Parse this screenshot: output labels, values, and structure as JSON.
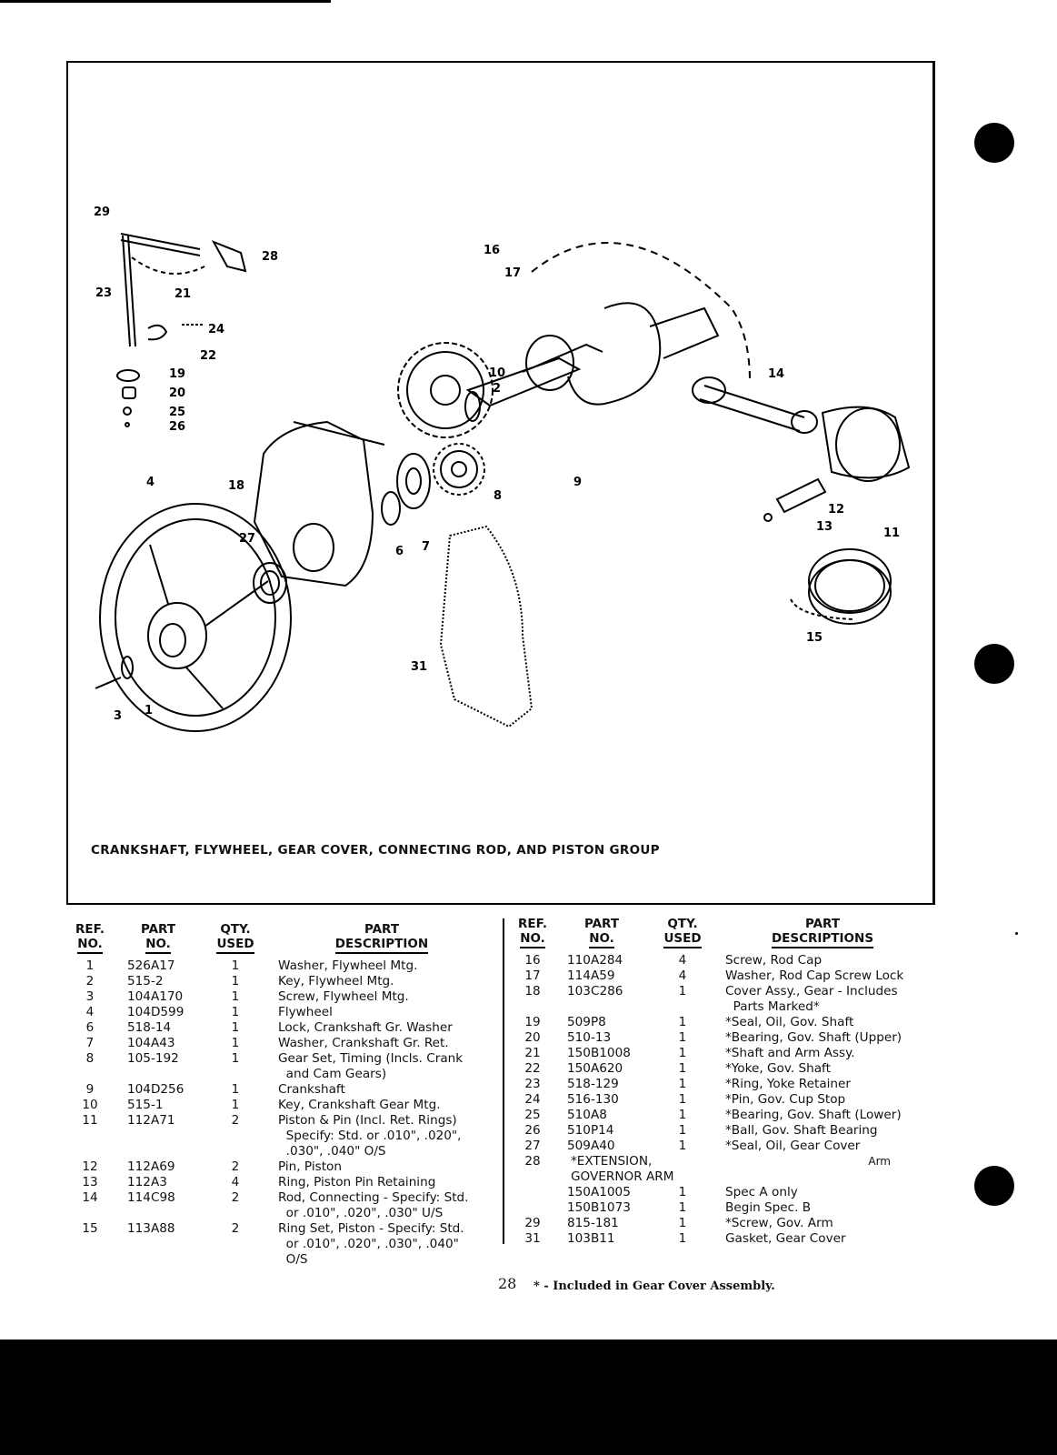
{
  "figure": {
    "caption": "CRANKSHAFT, FLYWHEEL, GEAR COVER, CONNECTING ROD, AND PISTON GROUP",
    "callouts": [
      "29",
      "28",
      "21",
      "23",
      "24",
      "22",
      "19",
      "20",
      "25",
      "26",
      "16",
      "17",
      "10",
      "2",
      "14",
      "18",
      "4",
      "27",
      "6",
      "7",
      "8",
      "9",
      "12",
      "13",
      "11",
      "15",
      "31",
      "3",
      "1"
    ]
  },
  "table_left": {
    "headers": {
      "ref": [
        "REF.",
        "NO."
      ],
      "part": [
        "PART",
        "NO."
      ],
      "qty": [
        "QTY.",
        "USED"
      ],
      "desc": [
        "PART",
        "DESCRIPTION"
      ]
    },
    "rows": [
      {
        "ref": "1",
        "part": "526A17",
        "qty": "1",
        "desc": "Washer, Flywheel Mtg."
      },
      {
        "ref": "2",
        "part": "515-2",
        "qty": "1",
        "desc": "Key, Flywheel Mtg."
      },
      {
        "ref": "3",
        "part": "104A170",
        "qty": "1",
        "desc": "Screw, Flywheel Mtg."
      },
      {
        "ref": "4",
        "part": "104D599",
        "qty": "1",
        "desc": "Flywheel"
      },
      {
        "ref": "6",
        "part": "518-14",
        "qty": "1",
        "desc": "Lock, Crankshaft Gr. Washer"
      },
      {
        "ref": "7",
        "part": "104A43",
        "qty": "1",
        "desc": "Washer, Crankshaft Gr. Ret."
      },
      {
        "ref": "8",
        "part": "105-192",
        "qty": "1",
        "desc": "Gear Set, Timing (Incls. Crank"
      },
      {
        "ref": "",
        "part": "",
        "qty": "",
        "desc": "  and Cam Gears)"
      },
      {
        "ref": "9",
        "part": "104D256",
        "qty": "1",
        "desc": "Crankshaft"
      },
      {
        "ref": "10",
        "part": "515-1",
        "qty": "1",
        "desc": "Key, Crankshaft Gear Mtg."
      },
      {
        "ref": "11",
        "part": "112A71",
        "qty": "2",
        "desc": "Piston & Pin (Incl. Ret. Rings)"
      },
      {
        "ref": "",
        "part": "",
        "qty": "",
        "desc": "  Specify: Std. or .010\", .020\","
      },
      {
        "ref": "",
        "part": "",
        "qty": "",
        "desc": "  .030\", .040\" O/S"
      },
      {
        "ref": "12",
        "part": "112A69",
        "qty": "2",
        "desc": "Pin, Piston"
      },
      {
        "ref": "13",
        "part": "112A3",
        "qty": "4",
        "desc": "Ring, Piston Pin Retaining"
      },
      {
        "ref": "14",
        "part": "114C98",
        "qty": "2",
        "desc": "Rod, Connecting - Specify: Std."
      },
      {
        "ref": "",
        "part": "",
        "qty": "",
        "desc": "  or .010\", .020\", .030\" U/S"
      },
      {
        "ref": "15",
        "part": "113A88",
        "qty": "2",
        "desc": "Ring Set, Piston - Specify: Std."
      },
      {
        "ref": "",
        "part": "",
        "qty": "",
        "desc": "  or .010\", .020\", .030\", .040\""
      },
      {
        "ref": "",
        "part": "",
        "qty": "",
        "desc": "  O/S"
      }
    ]
  },
  "table_right": {
    "headers": {
      "ref": [
        "REF.",
        "NO."
      ],
      "part": [
        "PART",
        "NO."
      ],
      "qty": [
        "QTY.",
        "USED"
      ],
      "desc": [
        "PART",
        "DESCRIPTIONS"
      ]
    },
    "rows": [
      {
        "ref": "16",
        "part": "110A284",
        "qty": "4",
        "desc": "Screw, Rod Cap"
      },
      {
        "ref": "17",
        "part": "114A59",
        "qty": "4",
        "desc": "Washer, Rod Cap Screw Lock"
      },
      {
        "ref": "18",
        "part": "103C286",
        "qty": "1",
        "desc": "Cover Assy., Gear - Includes"
      },
      {
        "ref": "",
        "part": "",
        "qty": "",
        "desc": "  Parts Marked*"
      },
      {
        "ref": "19",
        "part": "509P8",
        "qty": "1",
        "desc": "*Seal, Oil, Gov. Shaft"
      },
      {
        "ref": "20",
        "part": "510-13",
        "qty": "1",
        "desc": "*Bearing, Gov. Shaft (Upper)"
      },
      {
        "ref": "21",
        "part": "150B1008",
        "qty": "1",
        "desc": "*Shaft and Arm Assy."
      },
      {
        "ref": "22",
        "part": "150A620",
        "qty": "1",
        "desc": "*Yoke, Gov. Shaft"
      },
      {
        "ref": "23",
        "part": "518-129",
        "qty": "1",
        "desc": "*Ring, Yoke Retainer"
      },
      {
        "ref": "24",
        "part": "516-130",
        "qty": "1",
        "desc": "*Pin, Gov. Cup Stop"
      },
      {
        "ref": "25",
        "part": "510A8",
        "qty": "1",
        "desc": "*Bearing, Gov. Shaft (Lower)"
      },
      {
        "ref": "26",
        "part": "510P14",
        "qty": "1",
        "desc": "*Ball, Gov. Shaft Bearing"
      },
      {
        "ref": "27",
        "part": "509A40",
        "qty": "1",
        "desc": "*Seal, Oil, Gear Cover"
      },
      {
        "ref": "28",
        "part": "*EXTENSION, GOVERNOR ARM",
        "qty": "",
        "desc": "Arm",
        "span": true
      },
      {
        "ref": "",
        "part": "150A1005",
        "qty": "1",
        "desc": "Spec A only"
      },
      {
        "ref": "",
        "part": "150B1073",
        "qty": "1",
        "desc": "Begin Spec. B"
      },
      {
        "ref": "29",
        "part": "815-181",
        "qty": "1",
        "desc": "*Screw, Gov. Arm"
      },
      {
        "ref": "31",
        "part": "103B11",
        "qty": "1",
        "desc": "Gasket, Gear Cover"
      }
    ]
  },
  "page_number": "28",
  "footnote": "* - Included in Gear Cover Assembly."
}
